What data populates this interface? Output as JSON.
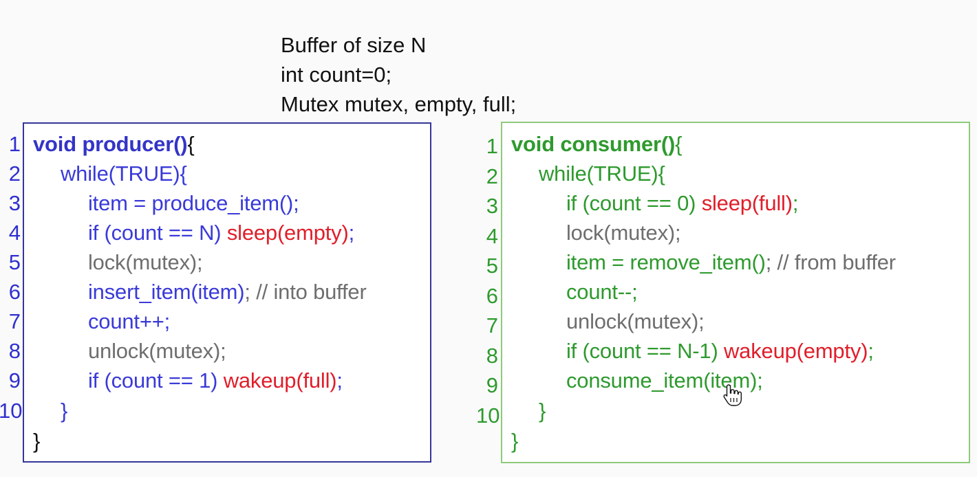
{
  "header": {
    "line1": "Buffer of size N",
    "line2": "int count=0;",
    "line3": "Mutex mutex, empty, full;"
  },
  "producer": {
    "numbers": [
      "1",
      "2",
      "3",
      "4",
      "5",
      "6",
      "7",
      "8",
      "9",
      "10"
    ],
    "l1_keyword": "void producer()",
    "l1_brace": "{",
    "l2": "while(TRUE){",
    "l3": "item = produce_item();",
    "l4_cond": "if (count == N) ",
    "l4_call": "sleep(empty)",
    "l4_end": ";",
    "l5": "lock(mutex);",
    "l6_code": "insert_item(item)",
    "l6_comment": "; // into buffer",
    "l7": "count++;",
    "l8": "unlock(mutex);",
    "l9_cond": "if (count == 1) ",
    "l9_call": "wakeup(full)",
    "l9_end": ";",
    "l10": "}",
    "l11": "}"
  },
  "consumer": {
    "numbers": [
      "1",
      "2",
      "3",
      "4",
      "5",
      "6",
      "7",
      "8",
      "9",
      "10"
    ],
    "l1_keyword": "void consumer()",
    "l1_brace": "{",
    "l2": "while(TRUE){",
    "l3_cond": "if (count == 0) ",
    "l3_call": "sleep(full)",
    "l3_end": ";",
    "l4": "lock(mutex);",
    "l5_code": "item = remove_item()",
    "l5_comment": "; // from buffer",
    "l6": "count--;",
    "l7": "unlock(mutex);",
    "l8_cond": "if (count == N-1) ",
    "l8_call": "wakeup(empty)",
    "l8_end": ";",
    "l9": "consume_item(item);",
    "l10": "}",
    "l11": "}"
  },
  "cursor": {
    "icon": "hand-pointer-icon"
  }
}
